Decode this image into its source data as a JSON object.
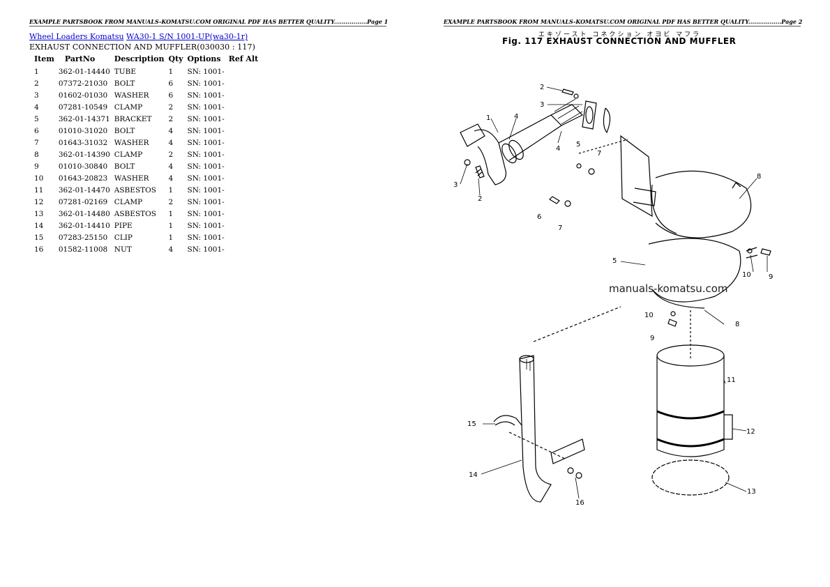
{
  "page1_header": "EXAMPLE PARTSBOOK FROM MANUALS-KOMATSU.COM ORIGINAL PDF HAS BETTER QUALITY.................Page 1",
  "page2_header": "EXAMPLE PARTSBOOK FROM MANUALS-KOMATSU.COM ORIGINAL PDF HAS BETTER QUALITY.................Page 2",
  "breadcrumb": {
    "link1": "Wheel Loaders Komatsu",
    "link2": "WA30-1 S/N 1001-UP(wa30-1r)"
  },
  "subtitle": "EXHAUST CONNECTION AND MUFFLER(030030 : 117)",
  "table": {
    "headers": [
      "Item",
      "PartNo",
      "Description",
      "Qty",
      "Options",
      "Ref Alt"
    ],
    "rows": [
      [
        "1",
        "362-01-14440",
        "TUBE",
        "1",
        "SN: 1001-",
        ""
      ],
      [
        "2",
        "07372-21030",
        "BOLT",
        "6",
        "SN: 1001-",
        ""
      ],
      [
        "3",
        "01602-01030",
        "WASHER",
        "6",
        "SN: 1001-",
        ""
      ],
      [
        "4",
        "07281-10549",
        "CLAMP",
        "2",
        "SN: 1001-",
        ""
      ],
      [
        "5",
        "362-01-14371",
        "BRACKET",
        "2",
        "SN: 1001-",
        ""
      ],
      [
        "6",
        "01010-31020",
        "BOLT",
        "4",
        "SN: 1001-",
        ""
      ],
      [
        "7",
        "01643-31032",
        "WASHER",
        "4",
        "SN: 1001-",
        ""
      ],
      [
        "8",
        "362-01-14390",
        "CLAMP",
        "2",
        "SN: 1001-",
        ""
      ],
      [
        "9",
        "01010-30840",
        "BOLT",
        "4",
        "SN: 1001-",
        ""
      ],
      [
        "10",
        "01643-20823",
        "WASHER",
        "4",
        "SN: 1001-",
        ""
      ],
      [
        "11",
        "362-01-14470",
        "ASBESTOS",
        "1",
        "SN: 1001-",
        ""
      ],
      [
        "12",
        "07281-02169",
        "CLAMP",
        "2",
        "SN: 1001-",
        ""
      ],
      [
        "13",
        "362-01-14480",
        "ASBESTOS",
        "1",
        "SN: 1001-",
        ""
      ],
      [
        "14",
        "362-01-14410",
        "PIPE",
        "1",
        "SN: 1001-",
        ""
      ],
      [
        "15",
        "07283-25150",
        "CLIP",
        "1",
        "SN: 1001-",
        ""
      ],
      [
        "16",
        "01582-11008",
        "NUT",
        "4",
        "SN: 1001-",
        ""
      ]
    ]
  },
  "figure": {
    "kana": "エキゾースト コネクション オヨビ マフラ",
    "title": "Fig. 117  EXHAUST CONNECTION AND MUFFLER",
    "watermark": "manuals-komatsu.com",
    "callouts": [
      {
        "id": "c-2a",
        "text": "2"
      },
      {
        "id": "c-3a",
        "text": "3"
      },
      {
        "id": "c-1",
        "text": "1"
      },
      {
        "id": "c-4a",
        "text": "4"
      },
      {
        "id": "c-4b",
        "text": "4"
      },
      {
        "id": "c-5a",
        "text": "5"
      },
      {
        "id": "c-7a",
        "text": "7"
      },
      {
        "id": "c-3b",
        "text": "3"
      },
      {
        "id": "c-2b",
        "text": "2"
      },
      {
        "id": "c-6",
        "text": "6"
      },
      {
        "id": "c-7b",
        "text": "7"
      },
      {
        "id": "c-8a",
        "text": "8"
      },
      {
        "id": "c-5b",
        "text": "5"
      },
      {
        "id": "c-10a",
        "text": "10"
      },
      {
        "id": "c-9a",
        "text": "9"
      },
      {
        "id": "c-10b",
        "text": "10"
      },
      {
        "id": "c-9b",
        "text": "9"
      },
      {
        "id": "c-8b",
        "text": "8"
      },
      {
        "id": "c-11",
        "text": "11"
      },
      {
        "id": "c-12",
        "text": "12"
      },
      {
        "id": "c-13",
        "text": "13"
      },
      {
        "id": "c-15",
        "text": "15"
      },
      {
        "id": "c-14",
        "text": "14"
      },
      {
        "id": "c-16",
        "text": "16"
      }
    ]
  }
}
